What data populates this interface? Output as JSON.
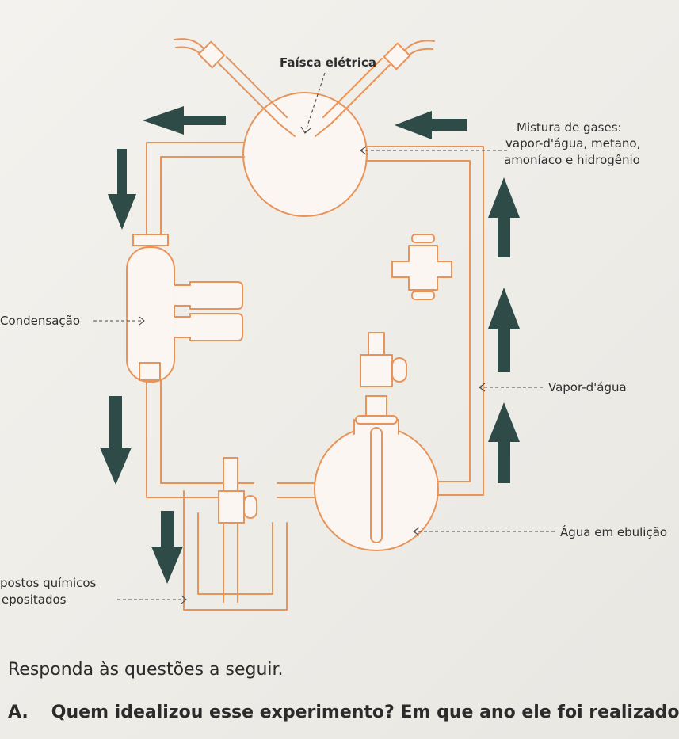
{
  "diagram": {
    "labels": {
      "spark": "Faísca elétrica",
      "gas_mix_line1": "Mistura de gases:",
      "gas_mix_line2": "vapor-d'água, metano,",
      "gas_mix_line3": "amoníaco e hidrogênio",
      "condensation": "Condensação",
      "water_vapor": "Vapor-d'água",
      "boiling_water": "Água em ebulição",
      "deposited_line1": "postos químicos",
      "deposited_line2": "epositados"
    },
    "colors": {
      "tube_outline": "#e8935a",
      "tube_fill": "#fbf6f1",
      "arrow": "#2e4b48"
    }
  },
  "questions": {
    "intro": "Responda às questões a seguir.",
    "items": [
      {
        "letter": "A.",
        "text": "Quem idealizou esse experimento? Em que ano ele foi realizado?"
      }
    ]
  }
}
